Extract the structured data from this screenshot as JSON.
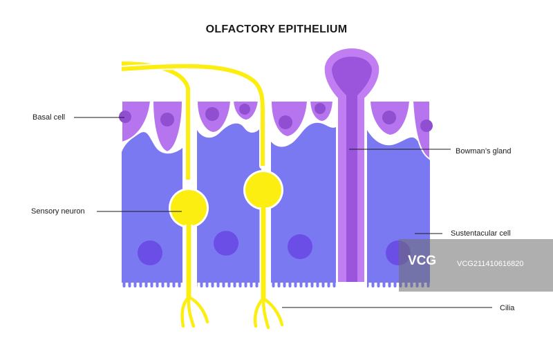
{
  "title": "OLFACTORY EPITHELIUM",
  "labels": {
    "basal_cell": "Basal cell",
    "sensory_neuron": "Sensory neuron",
    "bowmans_gland": "Bowman’s gland",
    "sustentacular_cell": "Sustentacular cell",
    "cilia": "Cilia"
  },
  "watermark": {
    "logo": "VCG",
    "id": "VCG211410616820"
  },
  "colors": {
    "sustentacular": "#7b79f2",
    "nucleus": "#6b4ee6",
    "basal": "#b774ef",
    "basal_nucleus": "#8f4fd0",
    "neuron": "#fdee11",
    "gland_outer": "#c17df2",
    "gland_inner": "#9a55dc",
    "ink": "#1a1a1a"
  }
}
